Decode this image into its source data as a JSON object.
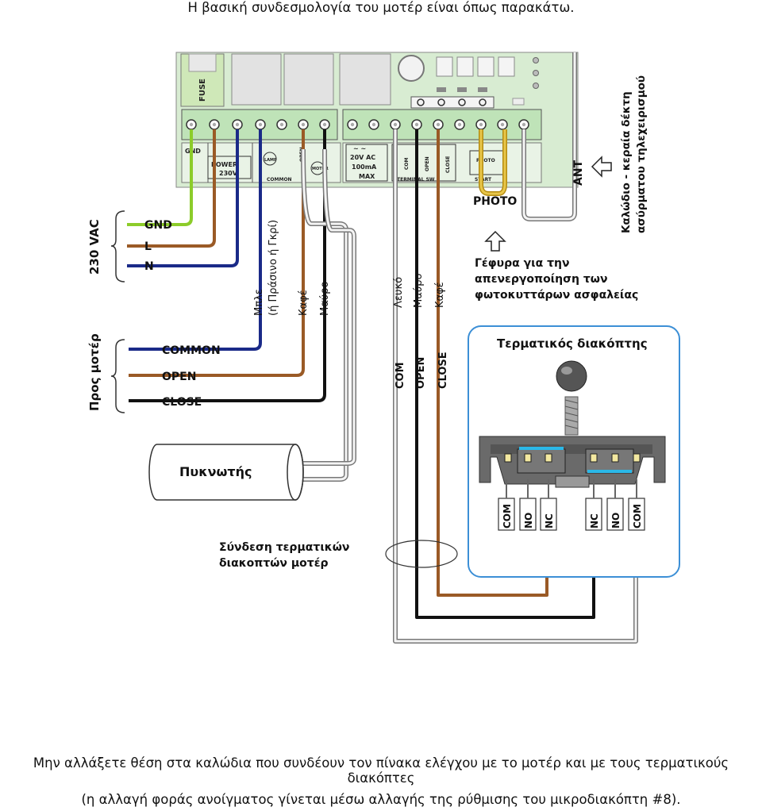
{
  "top_caption": "Η βασική συνδεσμολογία του μοτέρ είναι όπως παρακάτω.",
  "bottom_caption_line1": "Μην αλλάξετε θέση στα καλώδια που συνδέουν τον πίνακα ελέγχου με το μοτέρ και με τους τερματικούς διακόπτες",
  "bottom_caption_line2": "(η αλλαγή φοράς ανοίγματος γίνεται μέσω αλλαγής της ρύθμισης του μικροδιακόπτη #8).",
  "board": {
    "fuse": "FUSE",
    "gnd": "GND",
    "power": "POWER",
    "power_voltage": "230V",
    "lamp": "LAMP",
    "common": "COMMON",
    "open": "OPEN",
    "motor": "MOTOR",
    "ac_line1": "20V AC",
    "ac_line2": "100mA",
    "ac_line3": "MAX",
    "com": "COM",
    "open2": "OPEN",
    "close": "CLOSE",
    "terminal": "TERMINAL SW",
    "photo": "PHOTO",
    "start": "START"
  },
  "photo_label": "PHOTO",
  "photo_note": [
    "Γέφυρα για την",
    "απενεργοποίηση των",
    "φωτοκυττάρων ασφαλείας"
  ],
  "ant_label": "ANT",
  "antenna_note": [
    "Καλώδιο - κεραία δέκτη",
    "ασύρματου τηλεχειρισμού"
  ],
  "supply_group": "230 VAC",
  "supply_wires": [
    "GND",
    "L",
    "N"
  ],
  "motor_group": "Προς μοτέρ",
  "motor_wires": [
    "COMMON",
    "OPEN",
    "CLOSE"
  ],
  "wire_colors_motor": [
    "Μπλε",
    "(ή Πράσινο ή Γκρί)",
    "Καφέ",
    "Μαύρο"
  ],
  "wire_colors_switch": [
    "Λευκό",
    "Μαύρο",
    "Καφέ"
  ],
  "switch_wire_labels": [
    "COM",
    "OPEN",
    "CLOSE"
  ],
  "capacitor": "Πυκνωτής",
  "limit_switch_title": "Τερματικός διακόπτης",
  "switch_contacts": [
    "COM",
    "NO",
    "NC",
    "NC",
    "NO",
    "COM"
  ],
  "connection_note": [
    "Σύνδεση τερματικών",
    "διακοπτών μοτέρ"
  ],
  "colors": {
    "gnd": "#8ccc2a",
    "brown": "#9a5a26",
    "blue": "#1a2a88",
    "black": "#111111",
    "white_wire": "#f4f4f4",
    "yellow": "#e8c64a",
    "board_green": "#d8ecd2",
    "terminal_green": "#bfe3b8",
    "panel_border": "#3c8fd6"
  }
}
